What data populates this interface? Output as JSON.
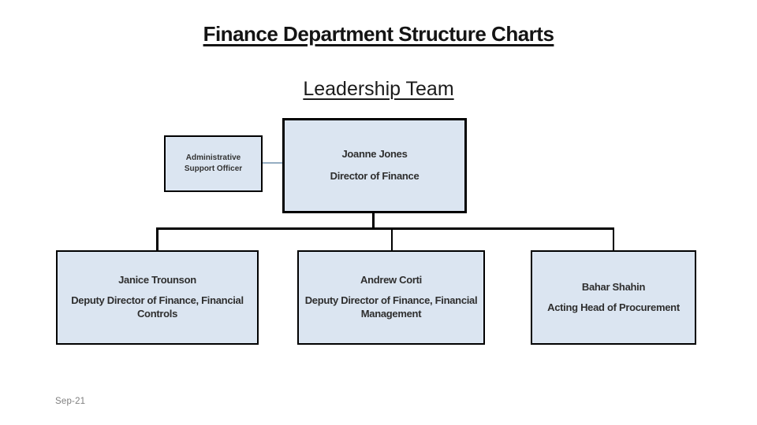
{
  "slide": {
    "title": "Finance Department Structure Charts",
    "subtitle": "Leadership Team",
    "footer_date": "Sep-21"
  },
  "org_chart": {
    "director": {
      "name": "Joanne Jones",
      "title": "Director of Finance"
    },
    "assistant": {
      "title": "Administrative Support Officer"
    },
    "reports": [
      {
        "name": "Janice Trounson",
        "title": "Deputy Director of Finance, Financial Controls"
      },
      {
        "name": "Andrew Corti",
        "title": "Deputy Director of Finance, Financial Management"
      },
      {
        "name": "Bahar Shahin",
        "title": "Acting Head of Procurement"
      }
    ]
  },
  "colors": {
    "box_fill": "#dbe5f1",
    "box_border": "#000000",
    "connector": "#000000",
    "assistant_connector": "#95adc2",
    "title_text": "#141414",
    "box_text": "#2e2e2e",
    "footer_text": "#7f7f7f"
  }
}
